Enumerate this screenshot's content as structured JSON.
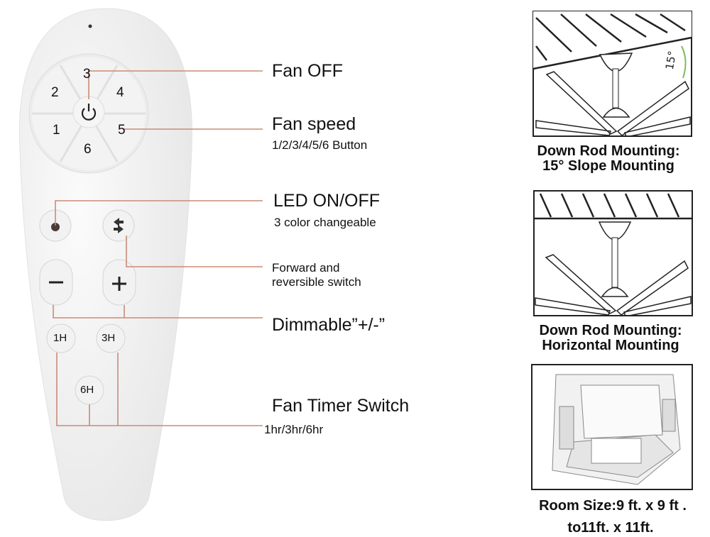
{
  "remote": {
    "speed_buttons": [
      "1",
      "2",
      "3",
      "4",
      "5",
      "6"
    ],
    "timer_buttons": [
      "1H",
      "3H",
      "6H"
    ],
    "icons": [
      "power-icon",
      "bulb-icon",
      "reverse-arrows-icon",
      "minus-icon",
      "plus-icon"
    ]
  },
  "callouts": {
    "fan_off": "Fan OFF",
    "fan_speed": "Fan speed",
    "fan_speed_sub": "1/2/3/4/5/6 Button",
    "led": "LED ON/OFF",
    "led_sub": "3 color changeable",
    "forward_1": "Forward and",
    "forward_2": "reversible switch",
    "dimmable": "Dimmable”+/-”",
    "timer": "Fan Timer Switch",
    "timer_sub": "1hr/3hr/6hr"
  },
  "panels": [
    {
      "caption_1": "Down Rod Mounting:",
      "caption_2": "15° Slope Mounting",
      "angle_label": "15°"
    },
    {
      "caption_1": "Down Rod Mounting:",
      "caption_2": "Horizontal Mounting"
    },
    {
      "caption_1": "Room Size:9 ft. x 9 ft .",
      "caption_2": "to11ft. x 11ft."
    }
  ],
  "colors": {
    "callout_line": "#c98b78",
    "remote_body": "#f4f4f4"
  }
}
